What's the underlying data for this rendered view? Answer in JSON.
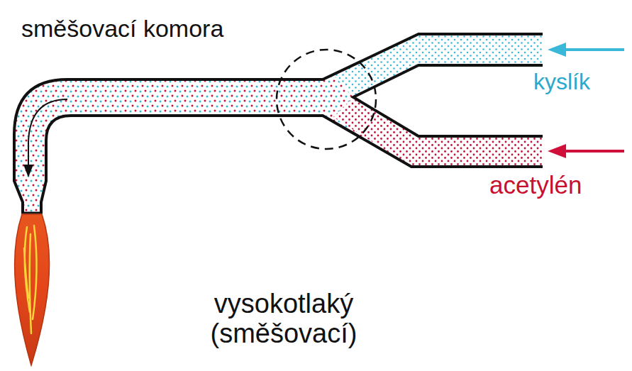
{
  "diagram": {
    "caption": "vysokotlaký (směšovací)",
    "labels": [
      "směšovací komora",
      "kyslík",
      "acetylén"
    ]
  }
}
